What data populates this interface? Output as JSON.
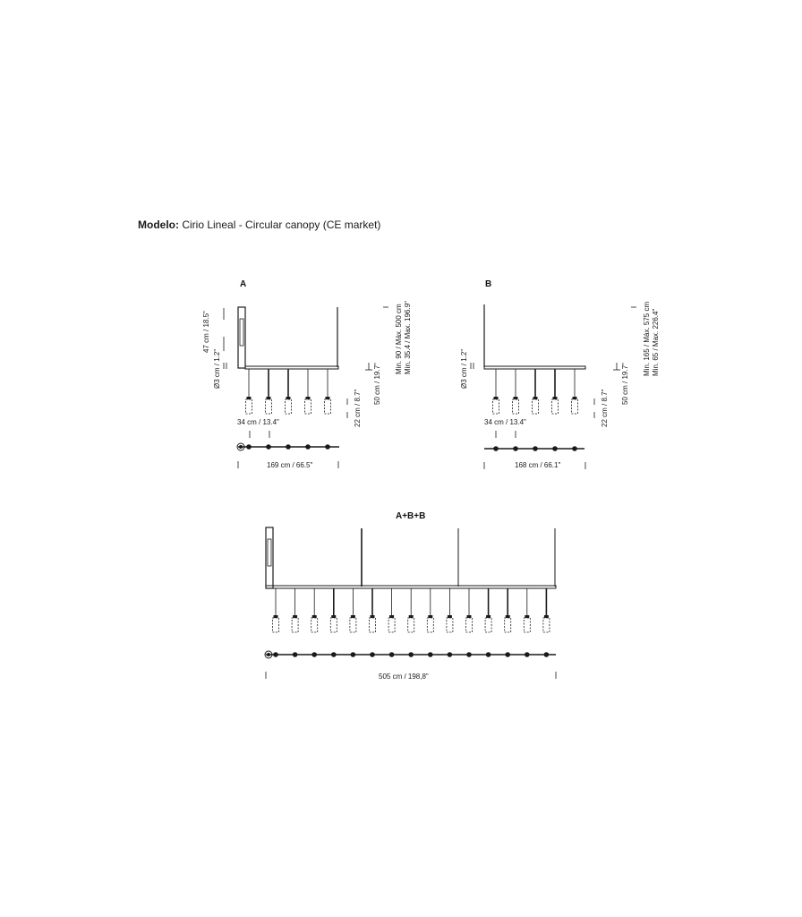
{
  "header": {
    "model_label": "Modelo:",
    "model_name": "Cirio Lineal - Circular canopy (CE market)"
  },
  "sections": {
    "a": {
      "title": "A",
      "dim_canopy_height": "47 cm / 18.5\"",
      "dim_diameter": "Ø3 cm / 1.2\"",
      "dim_drop": "Min. 90 / Máx. 500 cm",
      "dim_drop_in": "Min. 35.4 / Max. 196.9\"",
      "dim_pendant_drop": "50 cm / 19.7\"",
      "dim_lamp_height": "22 cm / 8.7\"",
      "dim_spacing": "34 cm / 13.4\"",
      "dim_length": "169 cm / 66.5\""
    },
    "b": {
      "title": "B",
      "dim_diameter": "Ø3 cm / 1.2\"",
      "dim_drop": "Min. 165 / Máx. 575 cm",
      "dim_drop_in": "Min. 65 / Max. 226.4\"",
      "dim_pendant_drop": "50 cm / 19.7\"",
      "dim_lamp_height": "22 cm / 8.7\"",
      "dim_spacing": "34 cm / 13.4\"",
      "dim_length": "168 cm / 66.1\""
    },
    "abb": {
      "title": "A+B+B",
      "dim_length": "505 cm / 198,8\""
    }
  }
}
